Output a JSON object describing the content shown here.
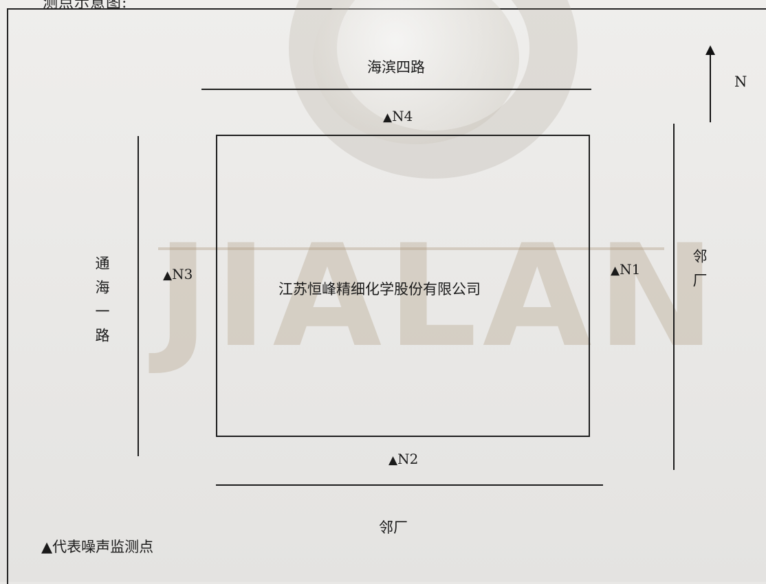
{
  "header": {
    "text": "测点示意图:"
  },
  "watermark": {
    "text": "JIALAN"
  },
  "roads": {
    "north": "海滨四路",
    "west": "通海一路"
  },
  "neighbors": {
    "east": "邻厂",
    "south": "邻厂"
  },
  "company": {
    "name": "江苏恒峰精细化学股份有限公司"
  },
  "compass": {
    "label": "N"
  },
  "points": {
    "n1": "N1",
    "n2": "N2",
    "n3": "N3",
    "n4": "N4",
    "marker": "▲"
  },
  "legend": {
    "text": "▲代表噪声监测点"
  }
}
